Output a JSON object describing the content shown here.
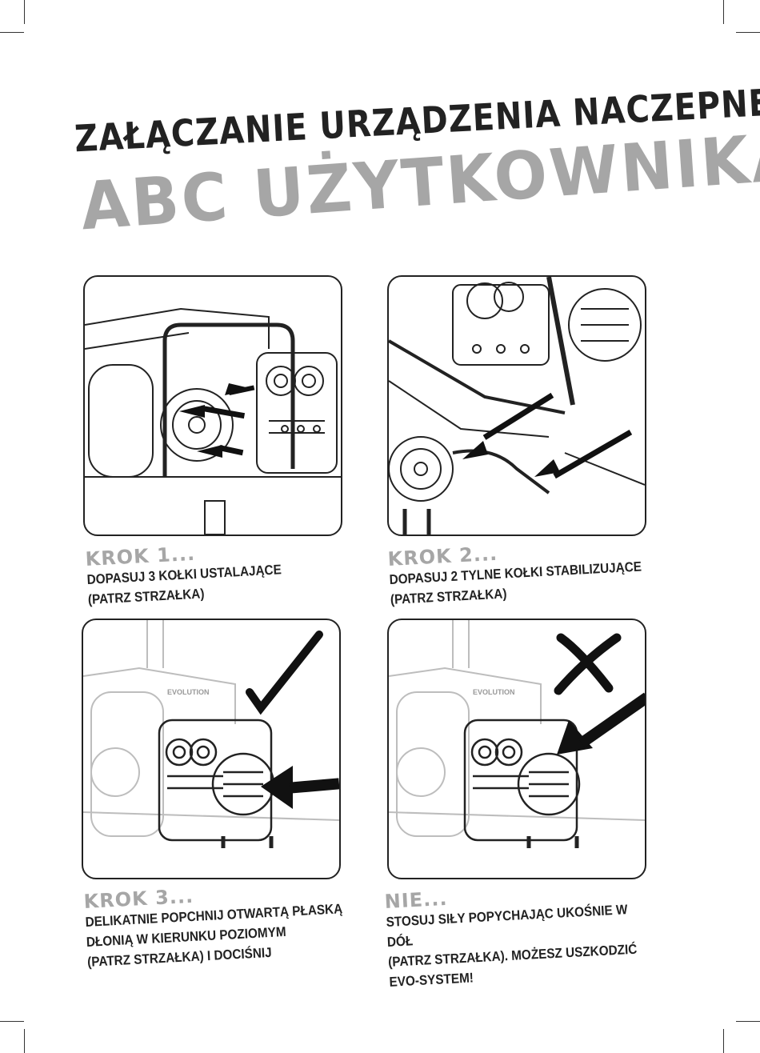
{
  "header": {
    "title_line1": "ZAŁĄCZANIE URZĄDZENIA NACZEPNEGO",
    "title_line2": "ABC UŻYTKOWNIKA"
  },
  "steps": [
    {
      "label": "KROK  1...",
      "text": "DOPASUJ 3 KOŁKI USTALAJĄCE\n(PATRZ STRZAŁKA)"
    },
    {
      "label": "KROK  2...",
      "text": "DOPASUJ 2 TYLNE KOŁKI STABILIZUJĄCE\n(PATRZ STRZAŁKA)"
    },
    {
      "label": "KROK  3...",
      "text": "DELIKATNIE POPCHNIJ OTWARTĄ PŁASKĄ\nDŁONIĄ W KIERUNKU POZIOMYM\n(PATRZ STRZAŁKA) I DOCIŚNIJ"
    },
    {
      "label": "NIE...",
      "text": "STOSUJ SIŁY POPYCHAJĄC UKOŚNIE W DÓŁ\n(PATRZ STRZAŁKA). MOŻESZ USZKODZIĆ\nEVO-SYSTEM!"
    }
  ],
  "illustrations": {
    "brand_label": "EVOLUTION"
  },
  "colors": {
    "ink": "#222222",
    "grey_heading": "#a6a6a6",
    "faint_line": "#bdbdbd"
  }
}
